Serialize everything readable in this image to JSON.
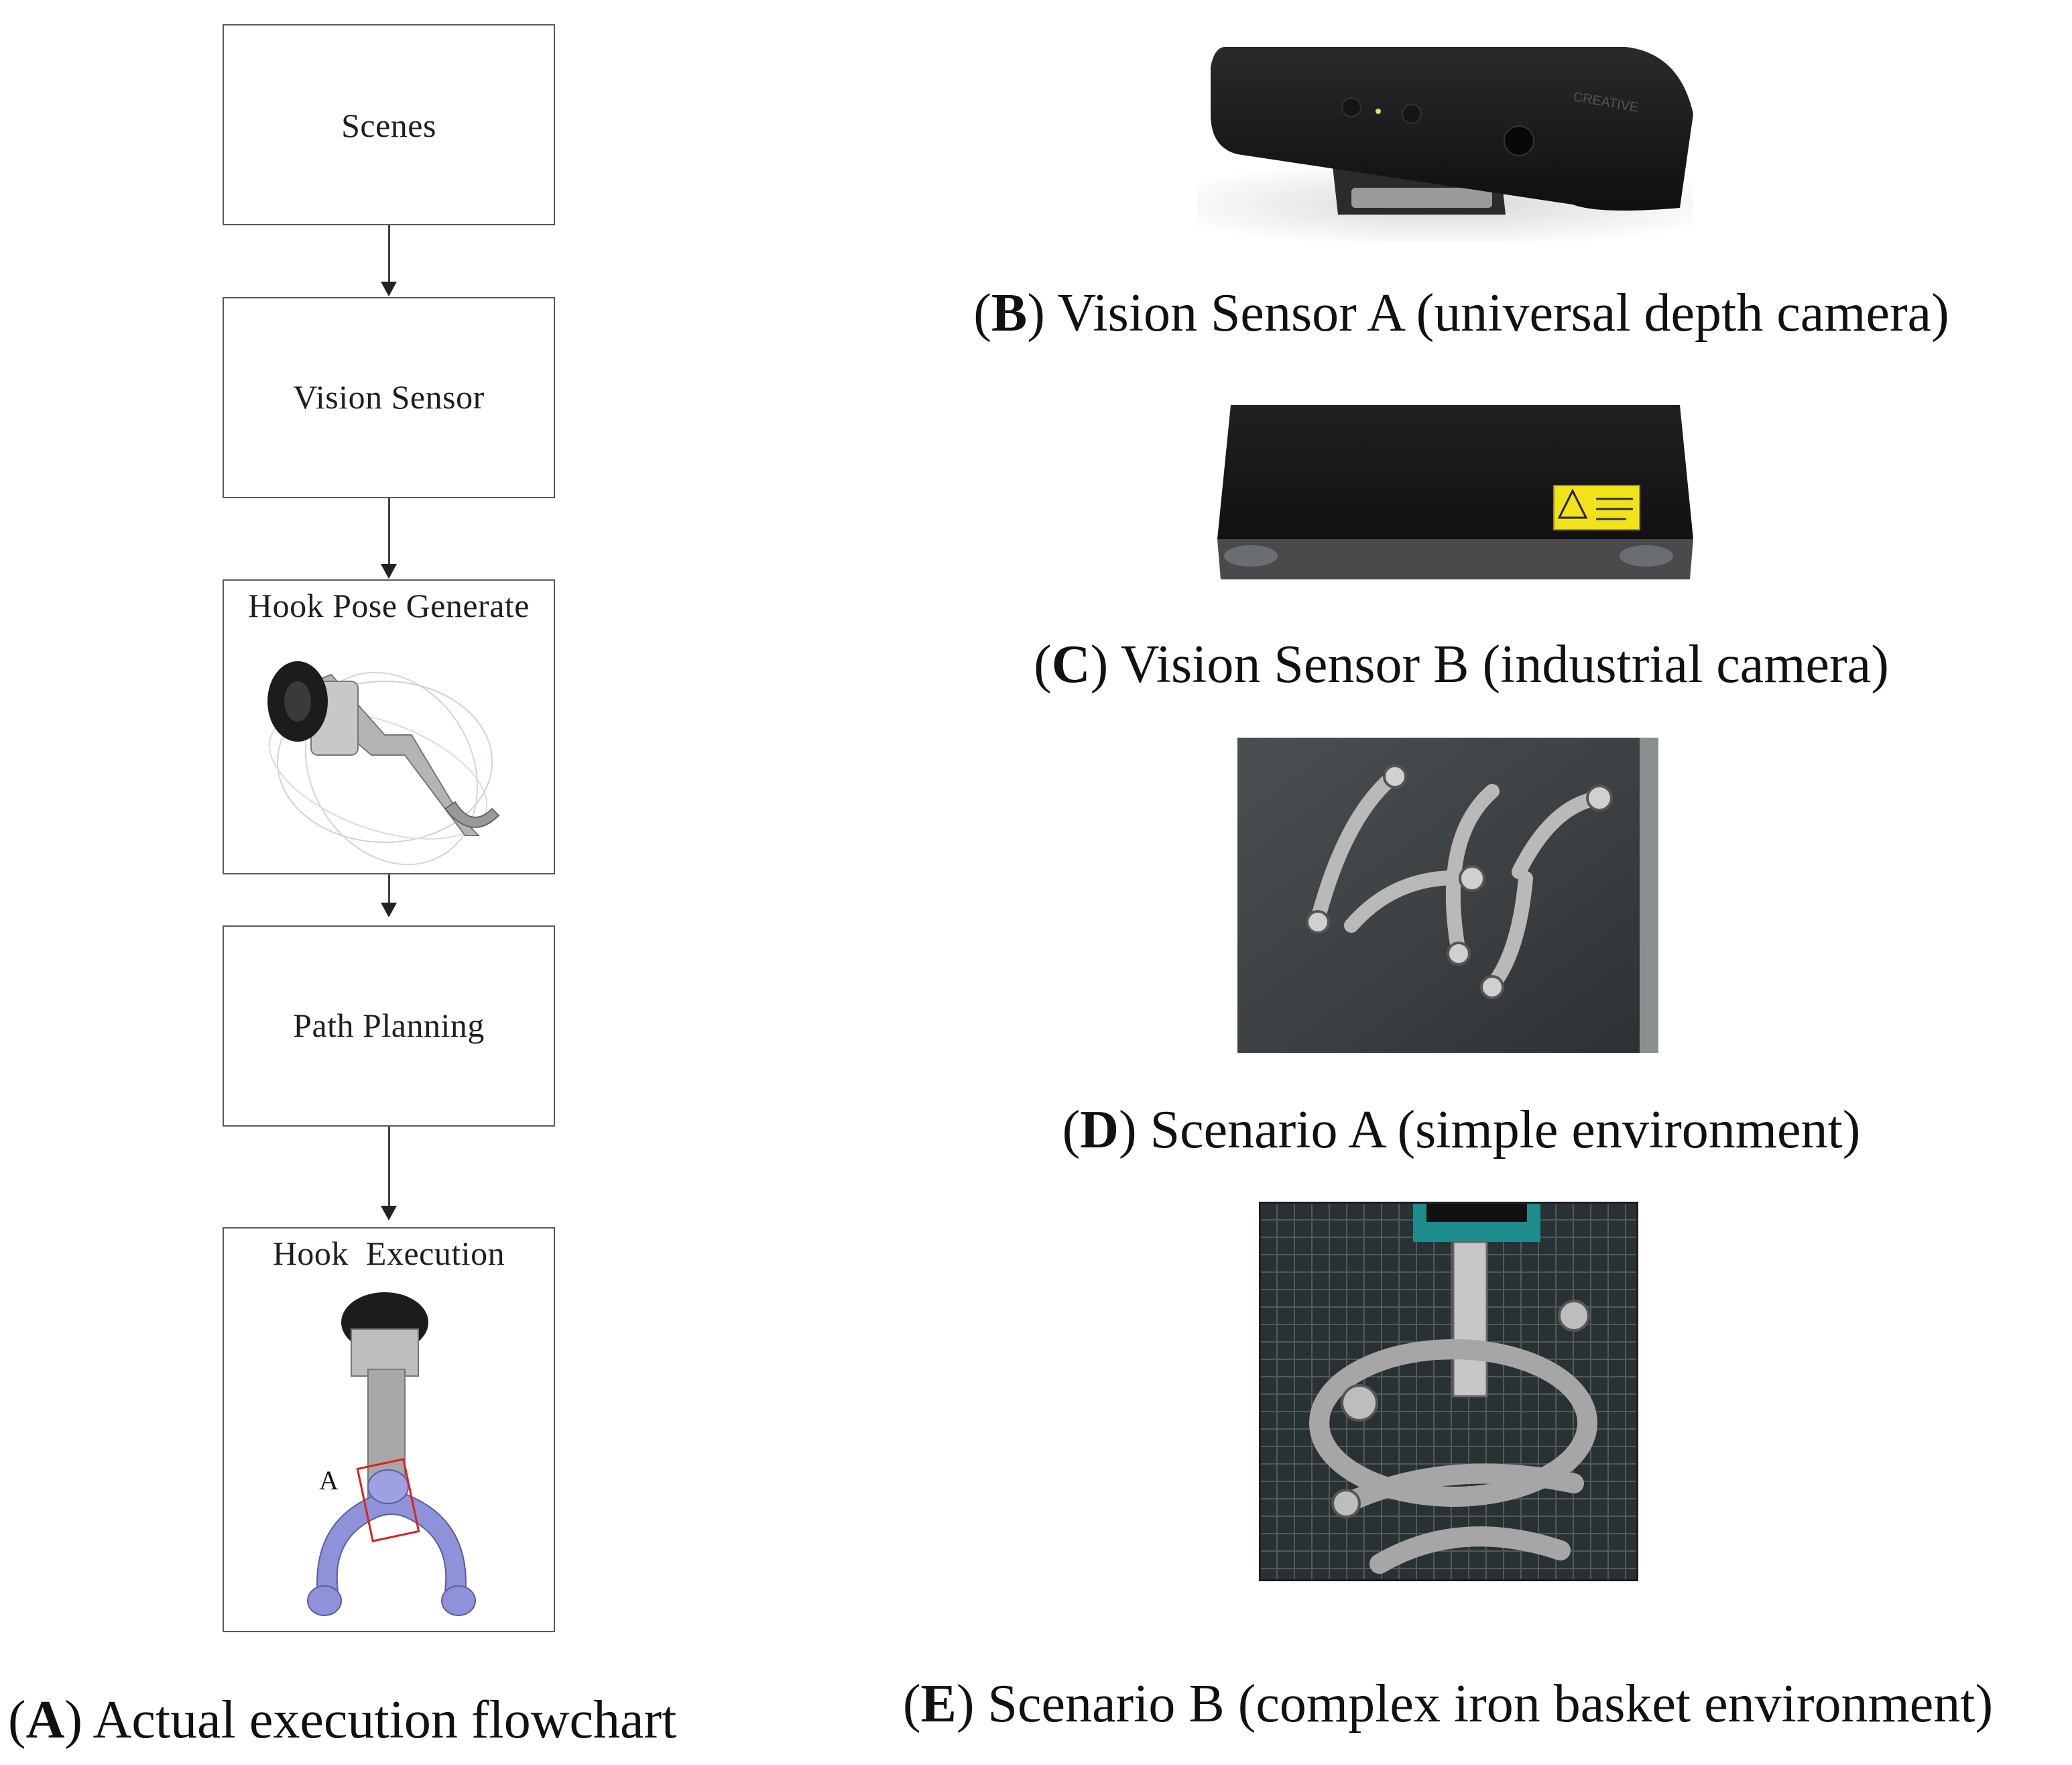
{
  "flowchart": {
    "steps": [
      {
        "label": "Scenes"
      },
      {
        "label": "Vision Sensor"
      },
      {
        "label": "Hook Pose Generate"
      },
      {
        "label": "Path Planning"
      },
      {
        "label": "Hook  Execution"
      }
    ],
    "marker_label": "A"
  },
  "captions": {
    "a": {
      "letter": "A",
      "open": "(",
      "close": ")",
      "text": " Actual execution flowchart"
    },
    "b": {
      "letter": "B",
      "open": "(",
      "close": ")",
      "text": " Vision Sensor A (universal depth camera)"
    },
    "c": {
      "letter": "C",
      "open": "(",
      "close": ")",
      "text": " Vision Sensor B (industrial camera)"
    },
    "d": {
      "letter": "D",
      "open": "(",
      "close": ")",
      "text": " Scenario A (simple environment)"
    },
    "e": {
      "letter": "E",
      "open": "(",
      "close": ")",
      "text": " Scenario B (complex iron basket environment)"
    }
  },
  "camera_brand": "CREATIVE",
  "colors": {
    "box_border": "#5a5a5a",
    "camera_body": "#1c1c1e",
    "laser_label": "#f2e21b",
    "hook_part": "#8f92d8",
    "highlight_box": "#e02020"
  }
}
